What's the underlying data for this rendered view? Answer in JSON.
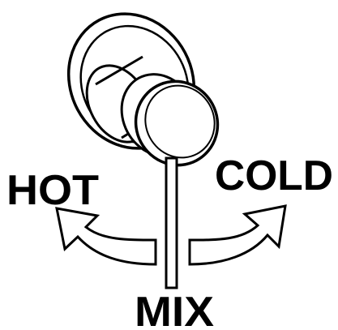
{
  "labels": {
    "hot": "HOT",
    "cold": "COLD",
    "mix": "MIX"
  },
  "colors": {
    "line": "#000000",
    "fill": "#ffffff"
  }
}
